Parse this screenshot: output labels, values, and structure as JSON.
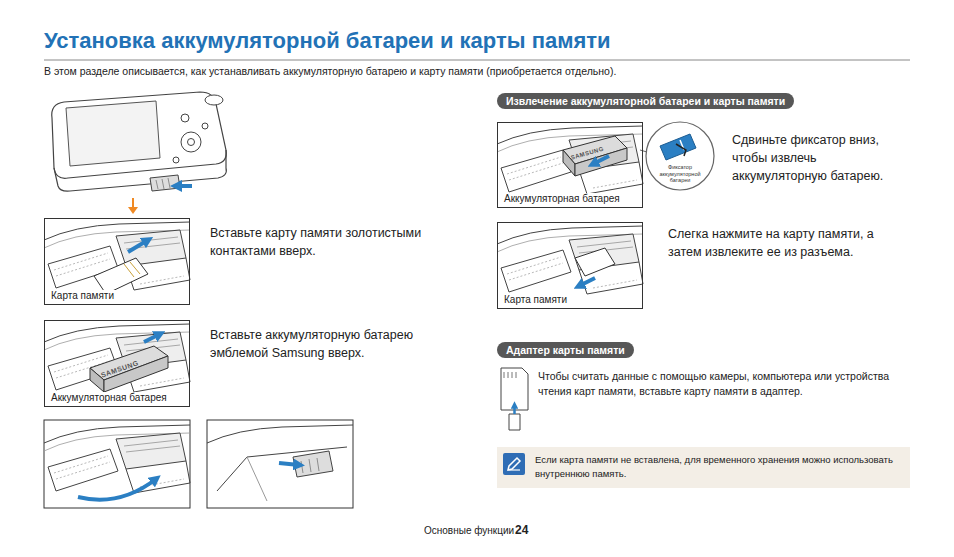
{
  "diagram": {
    "title": "Установка аккумуляторной батареи и карты памяти",
    "nodes": [
      {
        "text": [
          "Карта памяти"
        ]
      },
      {
        "text": [
          "Аккумуляторная батарея"
        ]
      },
      {
        "text": [
          "Извлечение аккумуляторной батареи и карты памяти"
        ]
      },
      {
        "text": [
          "Аккумуляторная батарея"
        ]
      },
      {
        "text": [
          "Карта памяти"
        ]
      },
      {
        "text": [
          "Адаптер карты памяти"
        ]
      },
      {
        "text": [
          "Если карта памяти не вставлена, для временного хранения можно использовать внутреннюю память."
        ]
      }
    ],
    "labels": [
      "В этом разделе описывается, как устанавливать аккумуляторную батарею и карту памяти (приобретается отдельно).",
      "Вставьте карту памяти золотистыми контактами вверх.",
      "SAMSUNG",
      "Вставьте аккумуляторную батарею эмблемой Samsung вверх.",
      "SAMSUNG",
      "Фиксатор аккумуляторной батареи",
      "Сдвиньте фиксатор вниз, чтобы извлечь аккумуляторную батарею.",
      "Слегка нажмите на карту памяти, а затем извлеките ее из разъема.",
      "Чтобы считать данные с помощью камеры, компьютера или устройства чтения карт памяти, вставьте карту памяти в адаптер.",
      "Основные функции",
      "24"
    ]
  }
}
